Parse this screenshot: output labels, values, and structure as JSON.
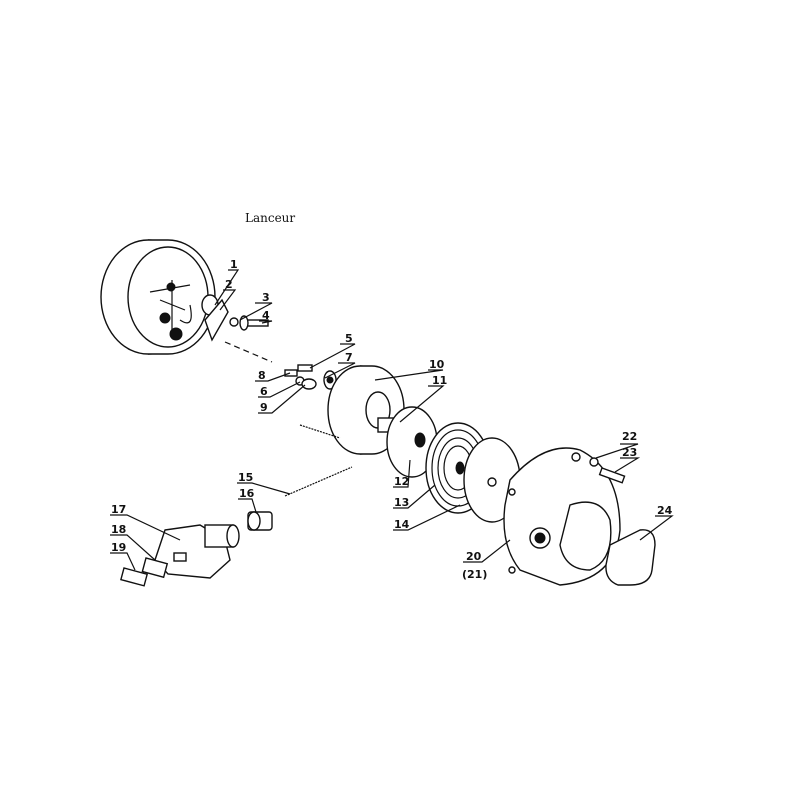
{
  "title": "Lanceur",
  "labels": [
    "1",
    "2",
    "3",
    "4",
    "5",
    "6",
    "7",
    "8",
    "9",
    "10",
    "11",
    "12",
    "13",
    "14",
    "15",
    "16",
    "17",
    "18",
    "19",
    "20",
    "(21)",
    "22",
    "23",
    "24"
  ]
}
